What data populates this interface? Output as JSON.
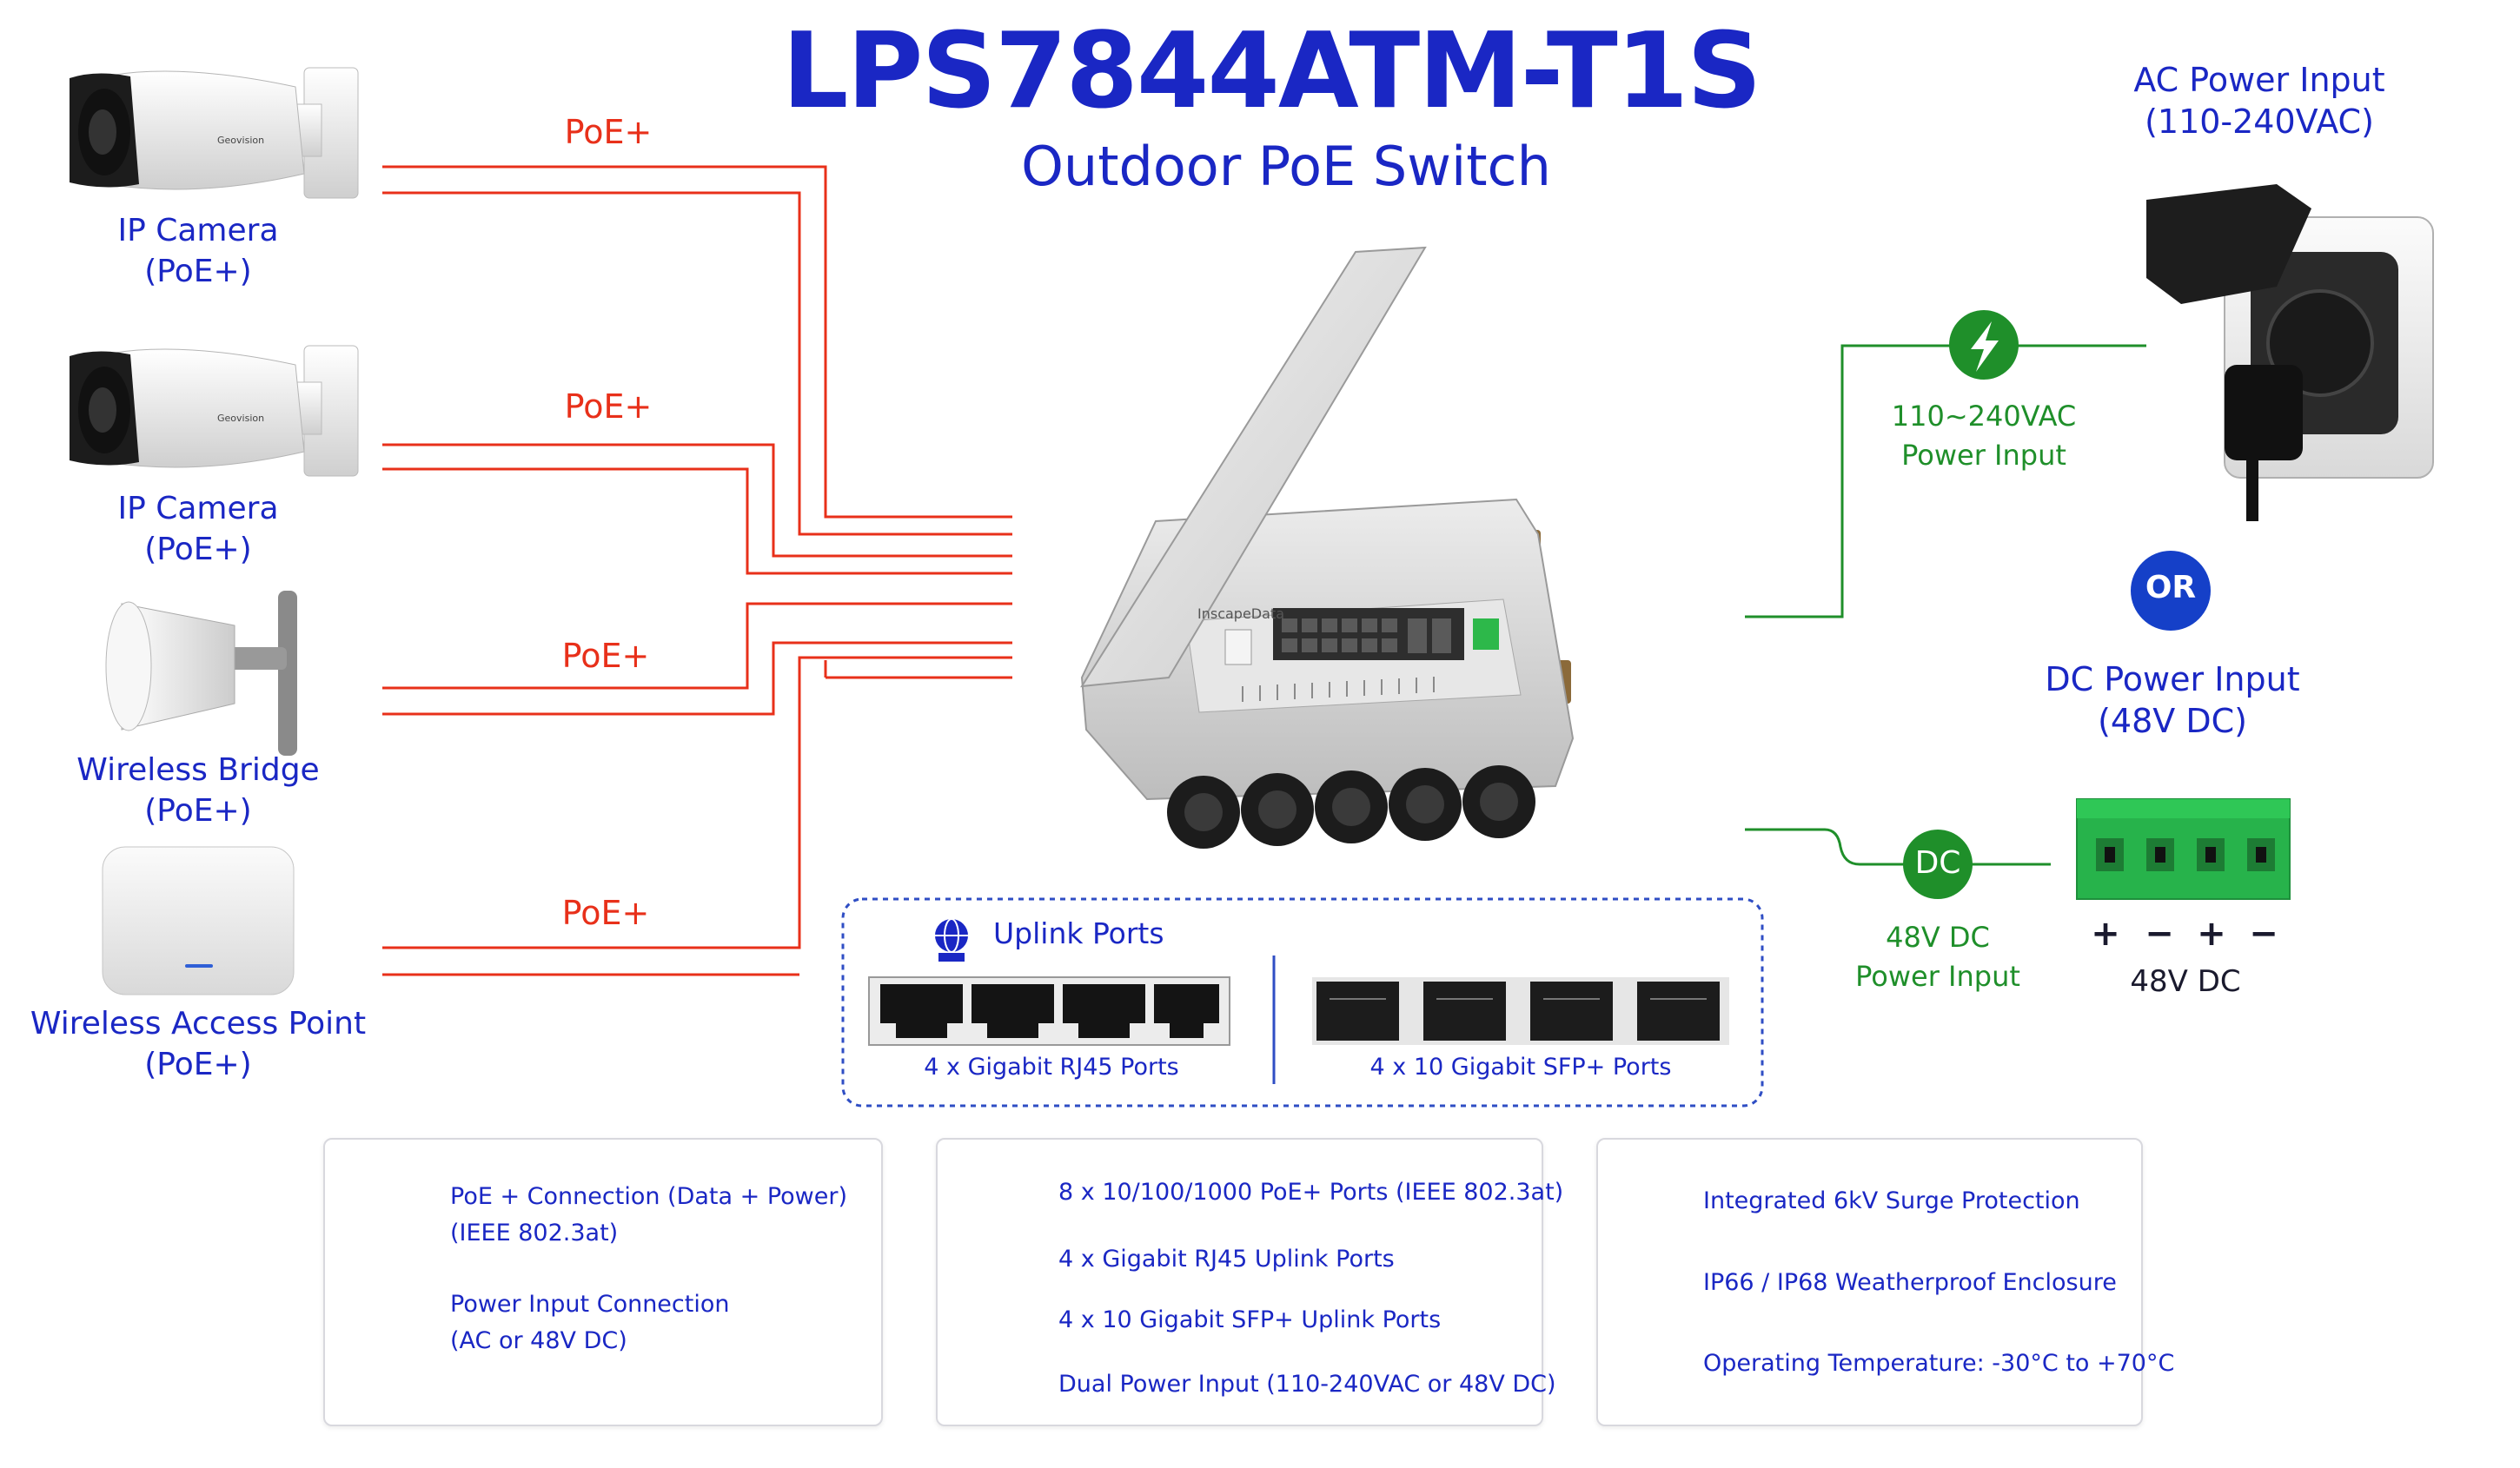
{
  "title": "LPS7844ATM-T1S",
  "subtitle": "Outdoor PoE Switch",
  "devices": [
    {
      "name": "IP Camera",
      "type": "(PoE+)",
      "link_label": "PoE+"
    },
    {
      "name": "IP Camera",
      "type": "(PoE+)",
      "link_label": "PoE+"
    },
    {
      "name": "Wireless Bridge",
      "type": "(PoE+)",
      "link_label": "PoE+"
    },
    {
      "name": "Wireless Access Point",
      "type": "(PoE+)",
      "link_label": "PoE+"
    }
  ],
  "enclosure_brand": "InscapeData",
  "camera_brand": "Geovision",
  "ac_power": {
    "title": "AC Power Input",
    "range": "(110-240VAC)",
    "line_label_1": "110~240VAC",
    "line_label_2": "Power Input"
  },
  "or_label": "OR",
  "dc_power": {
    "title": "DC Power Input",
    "range": "(48V DC)",
    "badge": "DC",
    "line_label_1": "48V DC",
    "line_label_2": "Power Input",
    "terminal_signs": [
      "+",
      "−",
      "+",
      "−"
    ],
    "terminal_label": "48V DC"
  },
  "uplink": {
    "title": "Uplink Ports",
    "rj45_label": "4 x Gigabit RJ45 Ports",
    "sfp_label": "4 x 10 Gigabit SFP+ Ports"
  },
  "legend": {
    "lines": [
      {
        "line1": "PoE + Connection (Data + Power)",
        "line2": "(IEEE 802.3at)"
      },
      {
        "line1": "Power Input Connection",
        "line2": "(AC or 48V DC)"
      }
    ],
    "ports": [
      {
        "icon": "poe-port-icon",
        "text": "8 x 10/100/1000 PoE+ Ports (IEEE 802.3at)"
      },
      {
        "icon": "rj45-port-icon",
        "text": "4 x Gigabit RJ45 Uplink Ports"
      },
      {
        "icon": "sfp-port-icon",
        "text": "4 x 10 Gigabit SFP+ Uplink Ports"
      },
      {
        "icon": "lightning-icon",
        "text": "Dual Power Input (110-240VAC or 48V DC)"
      }
    ],
    "features": [
      {
        "icon": "shield-icon",
        "text": "Integrated 6kV Surge Protection"
      },
      {
        "icon": "shield-icon",
        "text": "IP66 / IP68 Weatherproof Enclosure"
      },
      {
        "icon": "thermometer-icon",
        "text": "Operating Temperature: -30°C to +70°C"
      }
    ]
  },
  "colors": {
    "brand_blue": "#1a27c4",
    "poe_red": "#e8301a",
    "power_green": "#1f8f2a",
    "badge_blue": "#1540c8"
  }
}
